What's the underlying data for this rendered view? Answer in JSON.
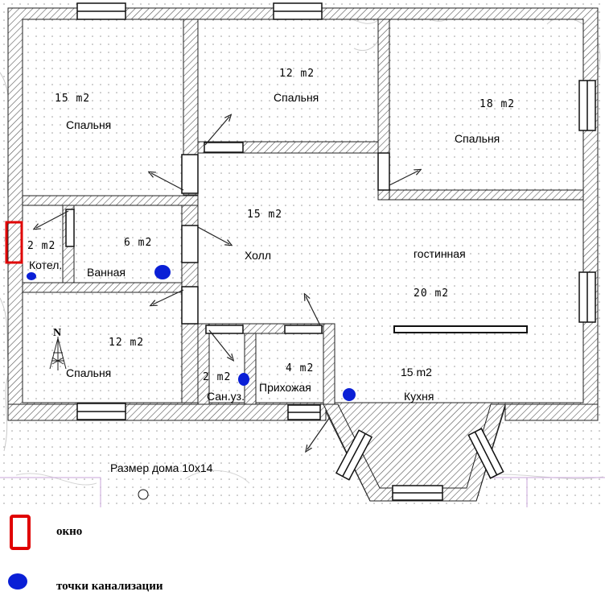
{
  "rooms": [
    {
      "name": "Спальня",
      "area": "15 m2"
    },
    {
      "name": "Спальня",
      "area": "12 m2"
    },
    {
      "name": "Спальня",
      "area": "18 m2"
    },
    {
      "name": "Котел.",
      "area": "2 m2"
    },
    {
      "name": "Ванная",
      "area": "6 m2"
    },
    {
      "name": "Холл",
      "area": "15 m2"
    },
    {
      "name": "гостинная",
      "area": "20 m2"
    },
    {
      "name": "Спальня",
      "area": "12 m2"
    },
    {
      "name": "Сан.уз.",
      "area": "2 m2"
    },
    {
      "name": "Прихожая",
      "area": "4 m2"
    },
    {
      "name": "Кухня",
      "area": "15 m2"
    }
  ],
  "caption": "Размер дома 10x14",
  "compass_letter": "N",
  "legend": {
    "window": "окно",
    "sewer": "точки канализации"
  },
  "colors": {
    "wall_hatch": "#555555",
    "window_marker": "#e00000",
    "sewer_point": "#0a1fd6"
  }
}
